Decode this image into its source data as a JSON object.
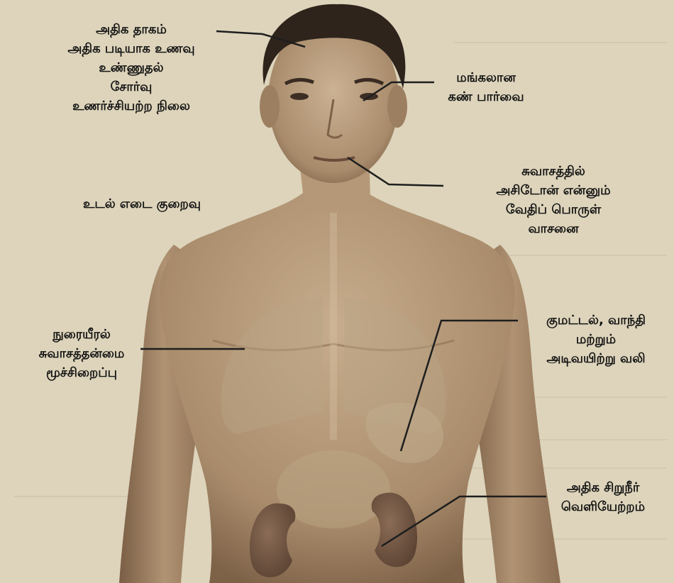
{
  "colors": {
    "paper": "#ddd4bb",
    "skin_light": "#c4aa8a",
    "skin_dark": "#7e6248",
    "hair": "#2e241c",
    "organ": "#b09a7c",
    "kidney": "#6e5240",
    "line": "#1e1e1e",
    "text": "#141414"
  },
  "illustration": {
    "subject": "human-torso-figure",
    "organs": [
      "lungs",
      "stomach",
      "intestines",
      "kidneys"
    ]
  },
  "labels": {
    "thirst": [
      "அதிக தாகம்",
      "அதிக படியாக உணவு",
      "உண்ணுதல்",
      "சோர்வு",
      "உணர்ச்சியற்ற நிலை"
    ],
    "weight_loss": [
      "உடல் எடை குறைவு"
    ],
    "vision": [
      "மங்கலான",
      "கண் பார்வை"
    ],
    "breath": [
      "சுவாசத்தில்",
      "அசிடோன் என்னும்",
      "வேதிப் பொருள்",
      "வாசனை"
    ],
    "lungs": [
      "நுரையீரல்",
      "சுவாசத்தன்மை",
      "மூச்சிறைப்பு"
    ],
    "nausea": [
      "குமட்டல், வாந்தி",
      "மற்றும்",
      "அடிவயிற்று வலி"
    ],
    "urination": [
      "அதிக சிறுநீர்",
      "வெளியேற்றம்"
    ]
  }
}
